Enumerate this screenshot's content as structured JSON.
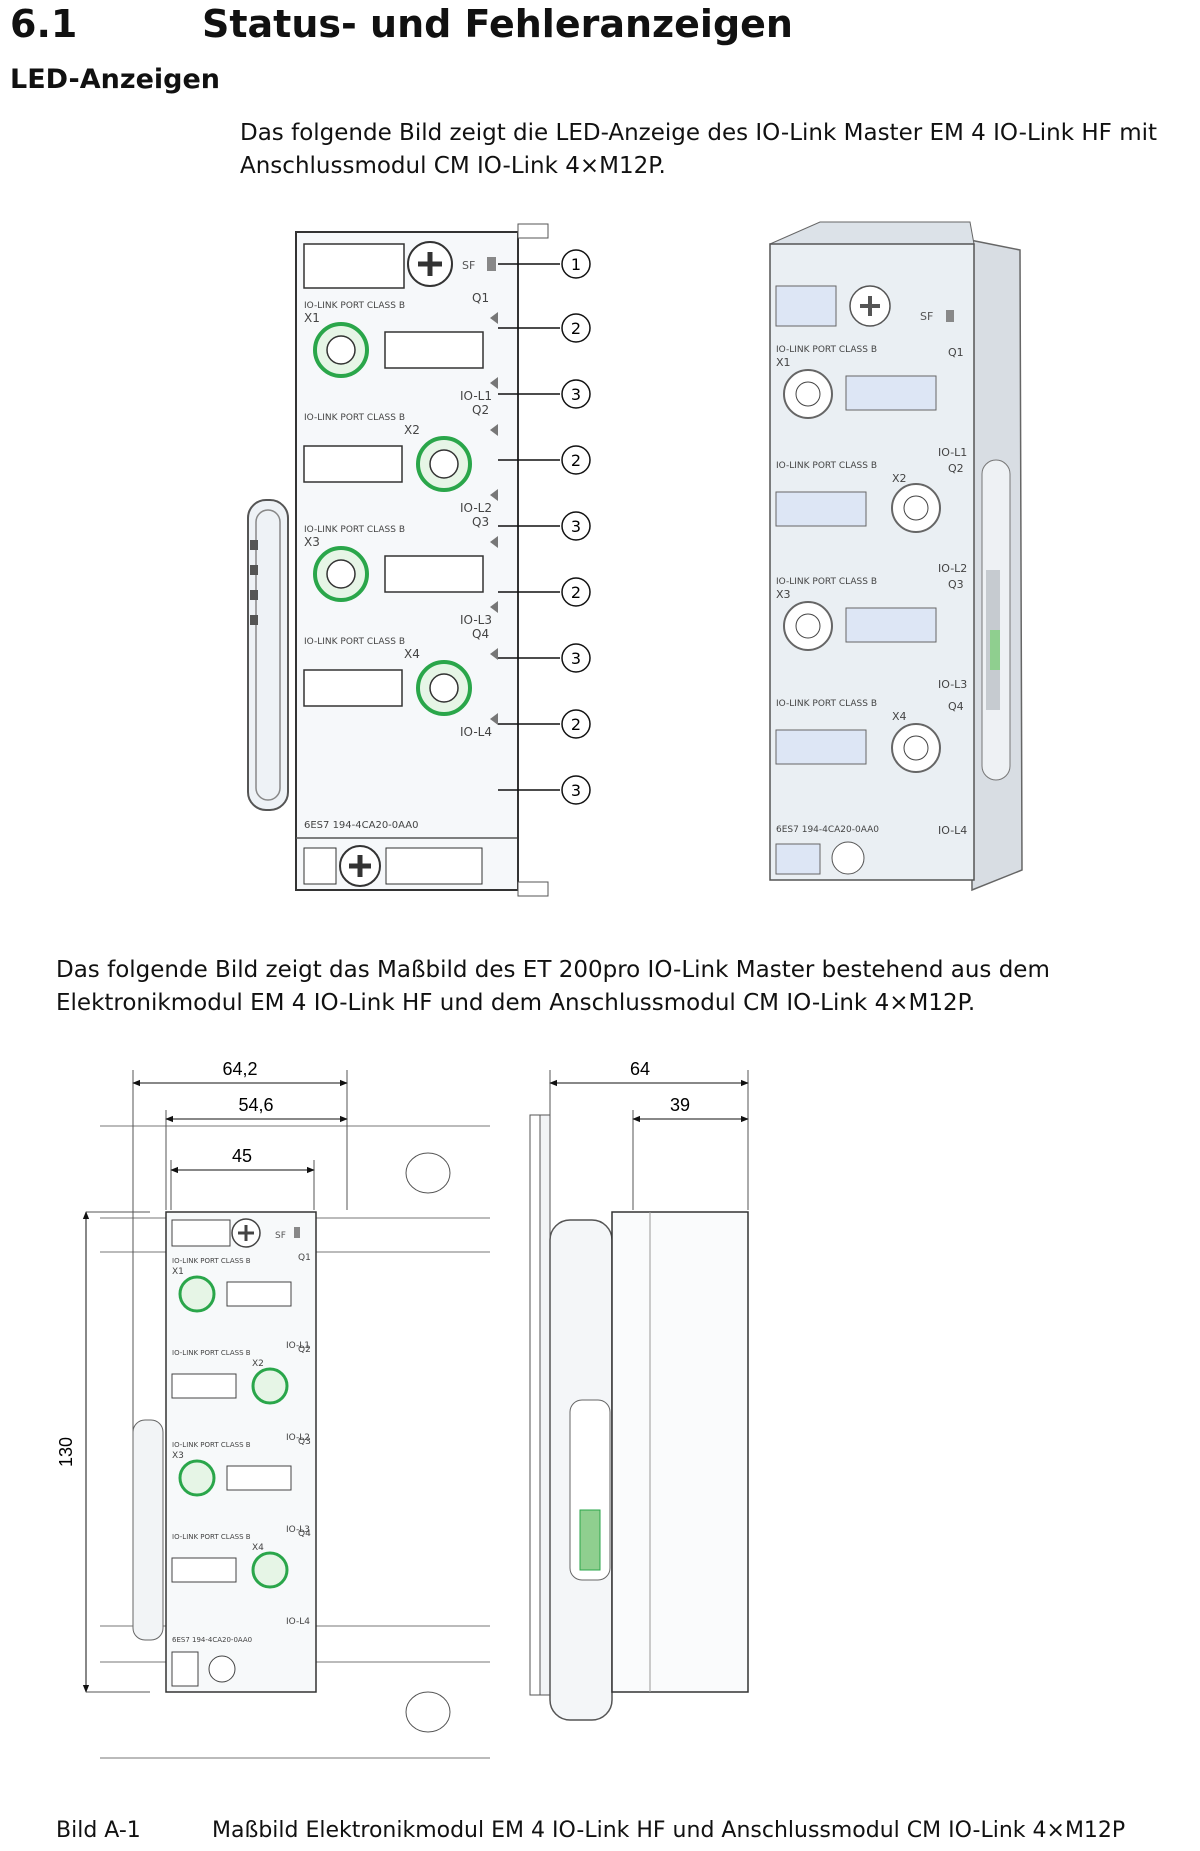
{
  "section": {
    "number": "6.1",
    "title": "Status- und Fehleranzeigen"
  },
  "subsection": "LED-Anzeigen",
  "paragraph1": {
    "line1": "Das folgende Bild zeigt die LED-Anzeige des IO-Link Master EM 4 IO-Link HF mit",
    "line2": "Anschlussmodul CM IO-Link 4×M12P."
  },
  "paragraph2": {
    "line1": "Das folgende Bild zeigt das Maßbild des ET 200pro IO-Link Master bestehend aus dem",
    "line2": "Elektronikmodul EM 4 IO-Link HF und dem Anschlussmodul CM IO-Link 4×M12P."
  },
  "module": {
    "sf_label": "SF",
    "port_class": "IO-LINK PORT CLASS B",
    "ports": [
      "X1",
      "X2",
      "X3",
      "X4"
    ],
    "q_leds": [
      "Q1",
      "Q2",
      "Q3",
      "Q4"
    ],
    "io_leds": [
      "IO-L1",
      "IO-L2",
      "IO-L3",
      "IO-L4"
    ],
    "order_number": "6ES7 194-4CA20-0AA0"
  },
  "callouts": [
    "1",
    "2",
    "3",
    "2",
    "3",
    "2",
    "3",
    "2",
    "3"
  ],
  "dimensions": {
    "front_width_total": "64,2",
    "front_width_mid": "54,6",
    "front_width_inner": "45",
    "height": "130",
    "side_depth_total": "64",
    "side_depth_partial": "39"
  },
  "caption": {
    "label": "Bild A-1",
    "text": "Maßbild Elektronikmodul EM 4 IO-Link HF und Anschlussmodul CM IO-Link 4×M12P"
  }
}
